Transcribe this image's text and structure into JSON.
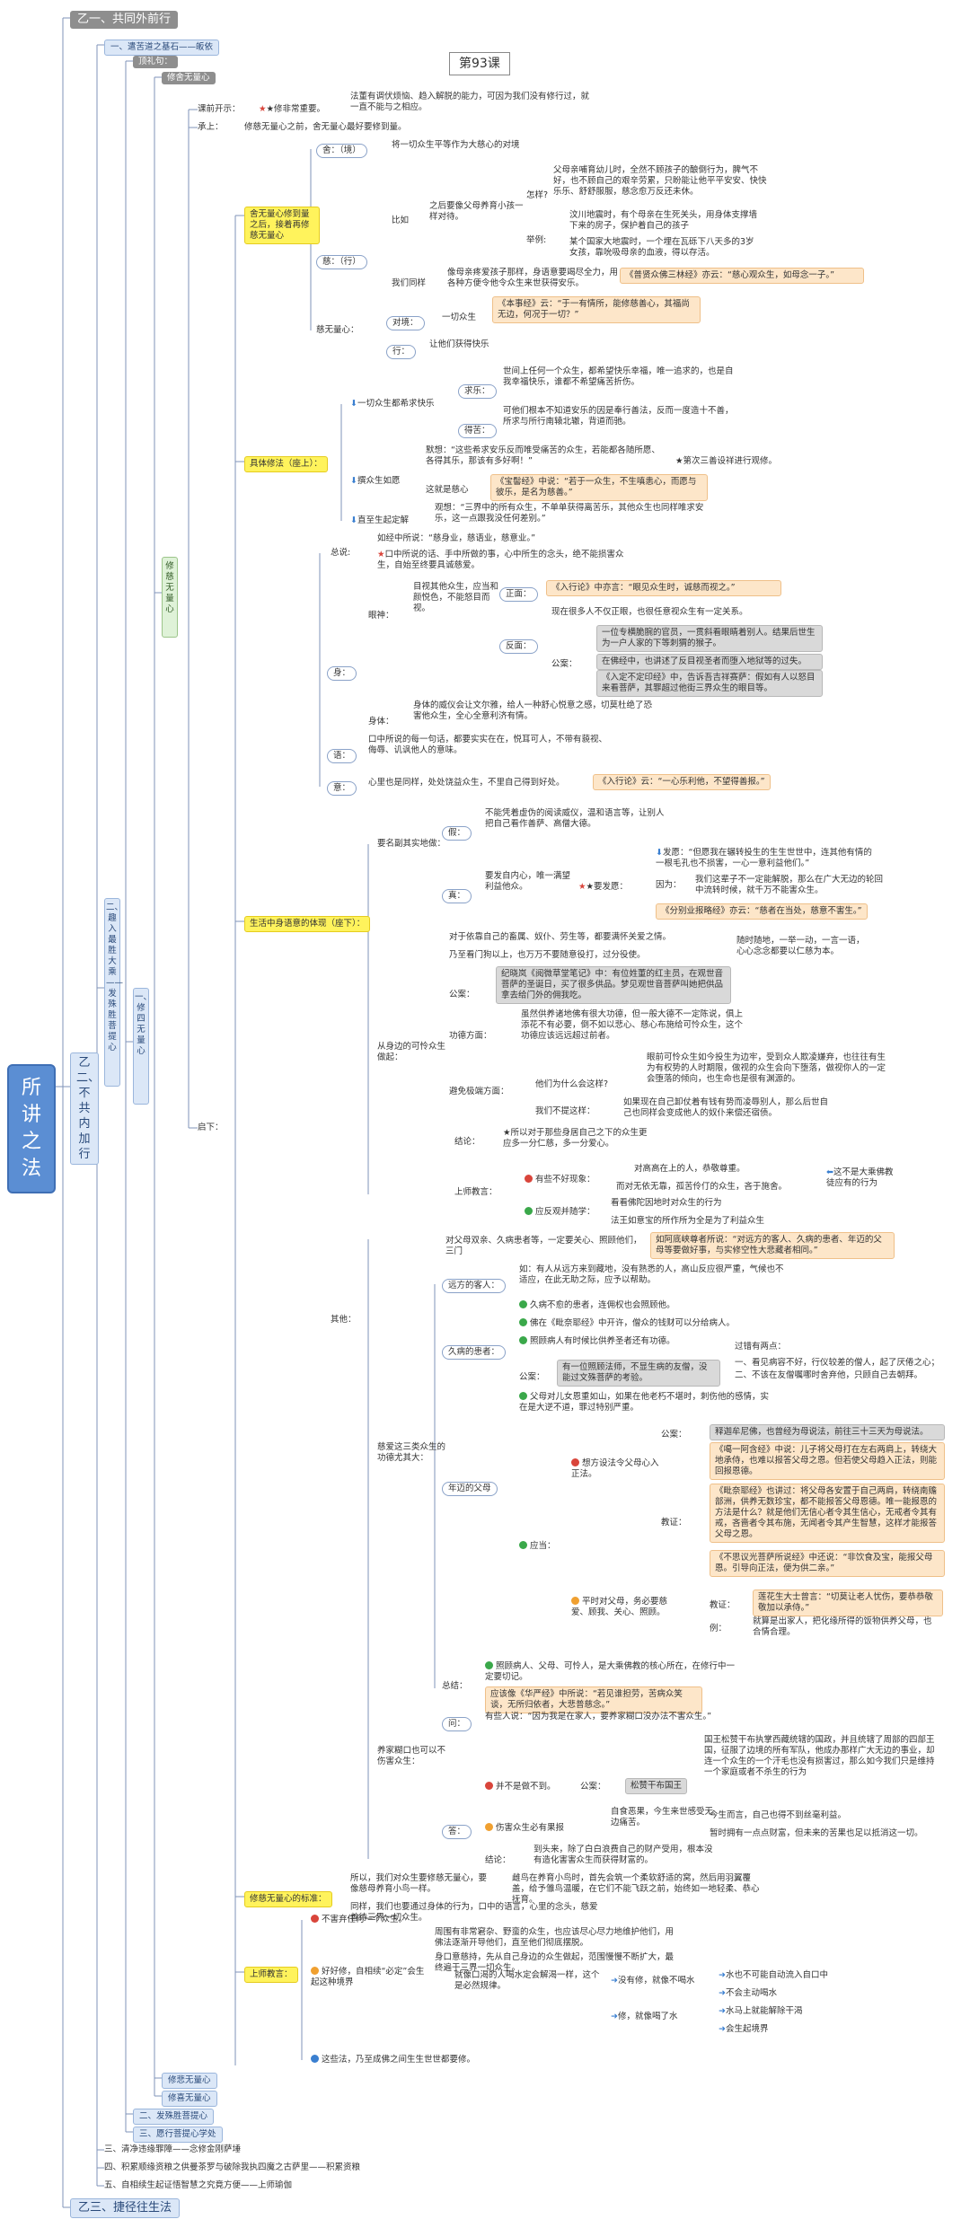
{
  "root": "所讲之法",
  "level1": {
    "top": "乙一、共同外前行",
    "mid": "乙二、不共内加行",
    "bottom": "乙三、捷径往生法"
  },
  "left_branches": {
    "b1": "一、遣苦道之基石——皈依",
    "b1_sub": "顶礼句：",
    "b1_sub2": "修舍无量心",
    "b2": "二、趣入最胜大乘——发殊胜菩提心",
    "b2_a": "一、修四无量心",
    "b2_b": "修悲无量心",
    "b2_c": "修喜无量心",
    "b2_d": "二、发殊胜菩提心",
    "b2_e": "三、愿行菩提心学处",
    "b3": "三、清净违缘罪障——念修金刚萨埵",
    "b4": "四、积累顺缘资粮之供曼茶罗与破除我执四魔之古萨里——积累资粮",
    "b5": "五、自相续生起证悟智慧之究竟方便——上师瑜伽",
    "modify": "修慈无量心"
  },
  "lesson": "第93课",
  "intro": {
    "pre_label": "课前开示：",
    "pre_text": "★修非常重要。",
    "pre_detail": "法董有调伏烦恼、趋入解脱的能力，可因为我们没有修行过，就一直不能与之相应。",
    "cheng": "承上：",
    "cheng_text": "修慈无量心之前，舍无量心最好要修到量。",
    "qixia": "启下："
  },
  "sec1": {
    "label": "舍无量心修到量之后，接着再修慈无量心",
    "she": "舍：（境）",
    "she_text": "将一切众生平等作为大慈心的对境",
    "ci": "慈：（行）",
    "biru": "比如",
    "zenyang": "怎样?",
    "zenyang_text": "父母亲哺育幼儿时，全然不顾孩子的酿倒行为，脾气不好，也不顾自己的艰辛劳累，只盼能让他平平安安、快快乐乐、舒舒服服，慈念愈万反还未休。",
    "father": "之后要像父母养育小孩一样对待。",
    "juli": "举例:",
    "juli_1": "汶川地震时，有个母亲在生死关头，用身体支撑墙下来的房子，保护着自己的孩子",
    "juli_2": "某个国家大地震时，一个埋在瓦砾下八天多的3岁女孩，靠吮吸母亲的血液，得以存活。",
    "women": "我们同样",
    "women_text": "像母亲疼爱孩子那样，身语意要竭尽全力，用各种方便令他令众生来世获得安乐。",
    "women_quote": "《普贤众佛三林经》亦云：“慈心观众生，如母念一子。”",
    "cixin": "慈无量心：",
    "duijing": "对境：",
    "duijing_text": "一切众生",
    "benshi": "《本事经》云：“于一有情所，能修慈善心，其福尚无边，何况于一切？”",
    "xing": "行：",
    "xing_text": "让他们获得快乐"
  },
  "sec2": {
    "label": "具体修法（座上）：",
    "a": "一切众生都希求快乐",
    "qiule": "求乐：",
    "qiule_text": "世间上任何一个众生，都希望快乐幸福，唯一追求的，也是自我幸福快乐，谁都不希望痛苦折伤。",
    "dekuo": "得苦：",
    "dekuo_text": "可他们根本不知道安乐的因是奉行善法，反而一度造十不善，所求与所行南辕北辙，背道而驰。",
    "b": "撰众生如愿",
    "mo": "默想：",
    "mo_text": "“这些希求安乐反而唯受痛苦的众生，若能都各随所愿、各得其乐，那该有多好啊！”",
    "mo_note": "★第次三善设祥进行观修。",
    "zheci": "这就是慈心",
    "zheci_quote": "《宝髻经》中说：“若于一众生，不生嗔恚心，而愿与彼乐，是名为慈善。”",
    "c": "直至生起定解",
    "c_text": "观想：“三界中的所有众生，不单单获得离苦乐，其他众生也同样唯求安乐，这一点跟我没任何差别。”"
  },
  "sec3": {
    "label": "生活中身语意的体现（座下）：",
    "zongshuo": "总说:",
    "zongshuo_text": "如经中所说：“慈身业，慈语业，慈意业。”",
    "zong_sub": "口中所说的话、手中所做的事，心中所生的念头，绝不能损害众生，自始至终要具诚慈爱。",
    "shen": "身：",
    "yanshen": "眼神：",
    "yanshen_text": "目视其他众生，应当和颜悦色，不能怒目而视。",
    "zheng": "正面：",
    "zheng_text": "《入行论》中亦言：“眼见众生时，诚慈而视之。”",
    "fan": "反面：",
    "fan_text": "现在很多人不仅正眼，也很任意视众生有一定关系。",
    "gongan": "公案：",
    "gongan_1": "一位专横脆腕的官员，一贯斜看眼睛着别人。结果后世生为一户人家的下等刺猬的猴子。",
    "gongan_2": "在佛经中，也讲述了反目视圣者而堕入地狱等的过失。",
    "gongan_3": "《入定不定印经》中，告诉吾吉祥赛萨：假如有人以怒目来看菩萨，其罪超过他街三界众生的眼目等。",
    "shenti": "身体：",
    "shenti_text": "身体的威仪会让文尔雅，给人一种舒心悦意之感，切莫杜绝了恐害他众生，全心全意利济有情。",
    "yu": "语：",
    "yu_text": "口中所说的每一句话，都要实实在在，悦耳可人，不带有藐视、侮辱、讥讽他人的意味。",
    "yi": "意：",
    "yi_text": "心里也是同样，处处饶益众生，不里自己得到好处。",
    "yi_quote": "《入行论》云：“一心乐利他，不望得善报。”"
  },
  "sec4": {
    "yaoming": "要名副其实地做：",
    "jia": "假：",
    "jia_text": "不能凭着虚伪的阅读威仪，温和语言等，让别人把自己看作善萨、高僧大德。",
    "zhen": "真：",
    "zhen_text": "要发自内心，唯一满望利益他众。",
    "fayuan": "★要发愿：",
    "fayuan_1": "发愿：“但愿我在辗转投生的生生世世中，连其他有情的一根毛孔也不损害，一心一意利益他们。”",
    "yinwei": "因为：",
    "yinwei_text": "我们这辈子不一定能解脱，那么在广大无边的轮回中流转时候，就千万不能害众生。",
    "yinwei_quote": "《分别业报略经》亦云：“慈者在当处，慈意不害生。”",
    "dengsheng": "对于依靠自己的畜属、奴仆、劳生等，都要满怀关爱之情。",
    "bieren": "乃至看门狗以上，也万万不要随意役打，过分役使。",
    "suishi": "随时随地，一举一动，一言一语，心心念念都要以仁慈为本。",
    "gongan_label": "公案：",
    "gongan_text": "纪晓岚《阅微草堂笔记》中：有位姓董的红主员，在观世音菩萨的圣诞日，买了很多供品。梦见观世音菩萨叫她把供品拿去给门外的佣我吃。",
    "gongde": "功德方面：",
    "gongde_text": "虽然供养诸地佛有很大功德，但一般大德不一定陈说，俱上添花不有必要，倒不如以悲心、慈心布施给可怜众生，这个功德应该远远超过前者。",
    "congfa": "从身边的可怜众生做起：",
    "bimian": "避免极端方面：",
    "bimian_text": "眼前可怜众生如今投生为边牢，受到众人欺凌嫌弃，也往往有生为有权势的人时期限，做视的众生会向下堕落，做视你人的一定会堕落的倾向，也生命也是很有渊源的。",
    "women_why": "他们为什么会这样?",
    "women_bu": "我们不提这样：",
    "women_bu_text": "如果现在自己卸仗着有钱有势而凌辱别人，那么后世自己也同样会变成他人的奴仆来偿还宿债。",
    "jielun": "结论：",
    "jielun_text": "★所以对于那些身居自己之下的众生更应多一分仁慈，多一分爱心。",
    "shangshi": "上师教言：",
    "you_bu": "有些不好现象：",
    "you_bu_1": "对高高在上的人，恭敬尊重。",
    "you_bu_2": "而对无依无靠，孤苦伶仃的众生，吝于施舍。",
    "right_note": "这不是大乘佛教徒应有的行为",
    "ying": "应反观并随学：",
    "ying_1": "看看佛陀因地时对众生的行为",
    "ying_2": "法王如意宝的所作所为全是为了利益众生"
  },
  "sec5": {
    "qita": "其他：",
    "top": "对父母双亲、久病患者等，一定要关心、照顾他们，三门",
    "top_quote": "如阿底峡尊者所说：“对远方的客人、久病的患者、年迈的父母等要做好事，与实修空性大悲藏者相同。”",
    "kes": "远方的客人：",
    "kes_text": "如：有人从远方来到藏地，没有熟悉的人，高山反应很严重，气候也不适应，在此无助之际，应予以帮助。",
    "jiubing": "久病的患者：",
    "jiubing_1": "久病不愈的患者，连佣权也会照顾他。",
    "jiubing_2": "佛在《毗奈耶经》中开许，僧众的钱财可以分给病人。",
    "jiubing_3": "照顾病人有时候比供养圣者还有功德。",
    "jiubing_gongan": "有一位照顾法师，不显生病的友僧，没能过文殊菩萨的考验。",
    "jiubing_gongan_label": "公案：",
    "guoqu": "过错有两点：",
    "guoqu_1": "一、看见病容不好，行仪较差的僧人，起了厌倦之心；",
    "guoqu_2": "二、不该在友僧嘱哪时舍弃他，只顾自己去朝拜。",
    "cisan": "慈爱这三类众生的功德尤其大：",
    "fumu": "年迈的父母",
    "fumu_text": "父母对儿女恩重如山，如果在他老朽不堪时，刺伤他的感情，实在是大逆不道，罪过特别严重。",
    "ying_dang": "应当：",
    "guan": "想方设法令父母心入正法。",
    "gongan2": "公案：",
    "gongan2_text": "释迦牟尼佛，也曾经为母说法，前往三十三天为母说法。",
    "jiaozheng": "教证：",
    "jz_1": "《噶一阿含经》中说：儿子将父母打在左右两肩上，转绕大地承侍，也难以报答父母之恩。但若使父母趋入正法，则能回报恩德。",
    "jz_2": "《毗奈耶经》也讲过：将父母各安置于自己两肩，转绕南赡部洲，供养无数珍宝，都不能报答父母恩德。唯一能报恩的方法是什么？就是他们无信心者令其生信心，无戒者令其有戒，吝啬者令其布施，无闻者令其产生智慧，这样才能报答父母之恩。",
    "jz_3": "《不思议光菩萨所说经》中还说：“非饮食及宝，能报父母恩。引导向正法，便为供二亲。”",
    "pingshi": "平时对父母，务必要慈爱、顾我、关心、照顾。",
    "pj": "教证：",
    "pj_text": "莲花生大士曾言：“切莫让老人忧伤，要恭恭敬敬加以承侍。”",
    "li": "例：",
    "li_text": "就算是出家人，把化缘所得的饭物供养父母，也合情合理。",
    "zongjie": "总结：",
    "zongjie_text": "照顾病人、父母、可怜人，是大乘佛教的核心所在，在修行中一定要切记。",
    "zongjie_quote": "应该像《华严经》中所说：“若见谁担劳，苦病众笑谈，无所归依者，大悲普慈念。”"
  },
  "sec6": {
    "yanghuai": "养家糊口也可以不伤害众生：",
    "wen": "问：",
    "wen_text": "有些人说：“因为我是在家人，要养家糊口没办法不害众生。”",
    "da": "答：",
    "bing": "并不是做不到。",
    "bing_gongan": "公案：",
    "bing_king": "松赞干布国王",
    "bing_text": "国王松赞干布执掌西藏统辖的国政，并且统辖了周部的四部王国，征服了边境的所有军队，他成办那样广大无边的事业，却连一个众生的一个汗毛也没有损害过，那么如今我们只是维持一个家庭或者不杀生的行为",
    "ze": "伤害众生必有果报",
    "ze_1": "自食恶果，今生来世感受无边痛苦。",
    "ze_2": "今生而言，自己也得不到丝毫利益。",
    "ze_3": "暂时拥有一点点财富，但未来的苦果也足以抵消这一切。",
    "jielun2": "结论：",
    "jielun2_text": "到头来，除了白白浪费自己的财产受用，根本没有造化害害众生而获得财富的。"
  },
  "sec7": {
    "label": "修慈无量心的标准：",
    "a": "所以，我们对众生要修慈无量心，要像慈母养育小鸟一样。",
    "a_text": "雌鸟在养育小鸟时，首先会筑一个柔软舒适的窝，然后用羽翼覆盖，给予雏鸟温暖，在它们不能飞跃之前，始终如一地轻柔、恭心抚育。",
    "b": "同样，我们也要通过身体的行为，口中的语言，心里的念头，慈爱善待三界一切众生。"
  },
  "sec8": {
    "label": "上师教言：",
    "a": "不害弃任何一个众生。",
    "a_1": "周围有非常窘杂、野蛮的众生，也应该尽心尽力地维护他们，用佛法逐渐开导他们，直至他们彻底摆脱。",
    "a_2": "身口意慈持，先从自己身边的众生做起，范围慢慢不断扩大，最终遍于三界一切众生。",
    "b": "好好修，自相续“必定”会生起这种境界",
    "b_text": "就像口渴的人喝水定会解渴一样，这个是必然规律。",
    "b_1": "没有修，就像不喝水",
    "b_1a": "水也不可能自动流入自口中",
    "b_1b": "不会主动喝水",
    "b_2": "修，就像喝了水",
    "b_2a": "水马上就能解除干渴",
    "b_2b": "会生起境界",
    "c": "这些法，乃至成佛之间生生世世都要修。"
  }
}
